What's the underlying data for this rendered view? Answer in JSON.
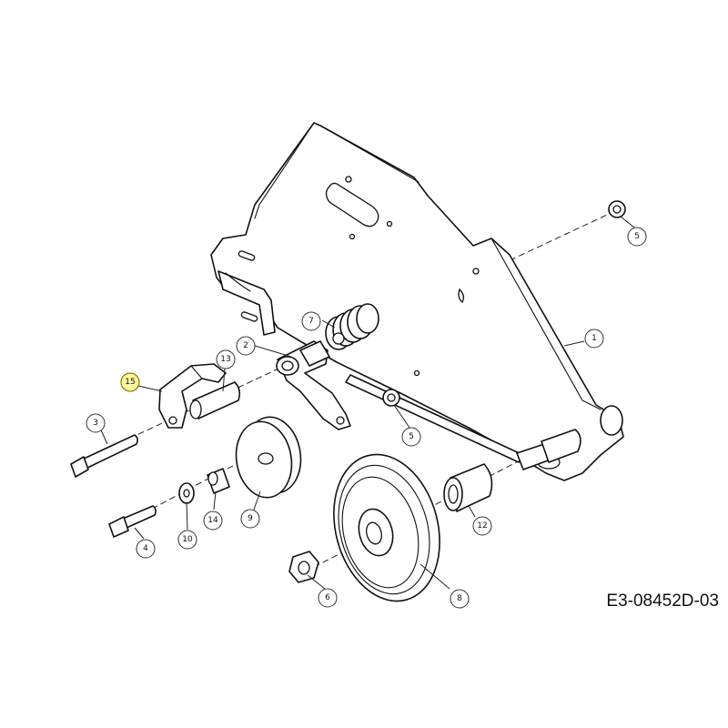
{
  "drawing_code": "E3-08452D-03",
  "highlight_color": "#fff6a0",
  "callouts": [
    {
      "id": "c1",
      "label": "1"
    },
    {
      "id": "c2",
      "label": "2"
    },
    {
      "id": "c3",
      "label": "3"
    },
    {
      "id": "c4",
      "label": "4"
    },
    {
      "id": "c5a",
      "label": "5"
    },
    {
      "id": "c5b",
      "label": "5"
    },
    {
      "id": "c6",
      "label": "6"
    },
    {
      "id": "c7",
      "label": "7"
    },
    {
      "id": "c8",
      "label": "8"
    },
    {
      "id": "c9",
      "label": "9"
    },
    {
      "id": "c10",
      "label": "10"
    },
    {
      "id": "c12",
      "label": "12"
    },
    {
      "id": "c13",
      "label": "13"
    },
    {
      "id": "c14",
      "label": "14"
    },
    {
      "id": "c15",
      "label": "15",
      "highlighted": true
    }
  ]
}
